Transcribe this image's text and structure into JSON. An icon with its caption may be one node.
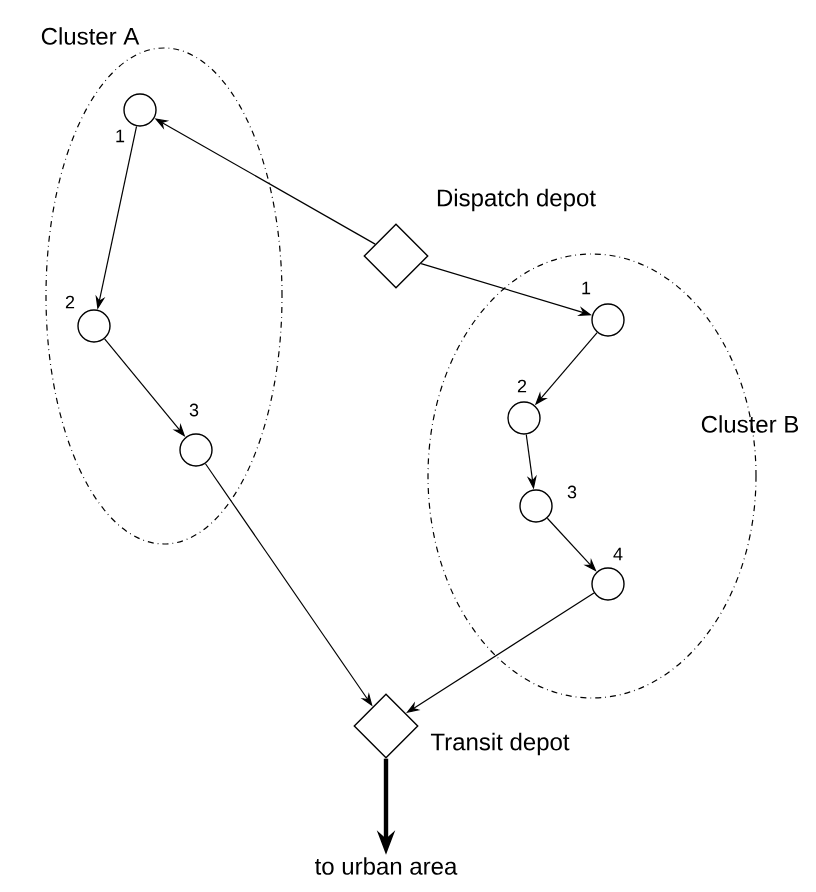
{
  "diagram": {
    "nodes": [
      {
        "text": [
          "Cluster A"
        ]
      },
      {
        "text": [
          "1"
        ],
        "in": 0
      },
      {
        "text": [
          "2"
        ],
        "in": 0
      },
      {
        "text": [
          "3"
        ],
        "in": 0
      },
      {
        "text": [
          "Dispatch depot"
        ]
      },
      {
        "text": [
          "Cluster B"
        ]
      },
      {
        "text": [
          "1"
        ],
        "in": 5
      },
      {
        "text": [
          "2"
        ],
        "in": 5
      },
      {
        "text": [
          "3"
        ],
        "in": 5
      },
      {
        "text": [
          "4"
        ],
        "in": 5
      },
      {
        "text": [
          "Transit depot"
        ]
      },
      {
        "text": [
          "to urban area"
        ]
      }
    ],
    "edges": [
      {
        "from": 4,
        "to": 1,
        "arrow": "to"
      },
      {
        "from": 1,
        "to": 2,
        "arrow": "to"
      },
      {
        "from": 2,
        "to": 3,
        "arrow": "to"
      },
      {
        "from": 3,
        "to": 10,
        "arrow": "to"
      },
      {
        "from": 4,
        "to": 6,
        "arrow": "to"
      },
      {
        "from": 6,
        "to": 7,
        "arrow": "to"
      },
      {
        "from": 7,
        "to": 8,
        "arrow": "to"
      },
      {
        "from": 8,
        "to": 9,
        "arrow": "to"
      },
      {
        "from": 9,
        "to": 10,
        "arrow": "to"
      },
      {
        "from": 10,
        "to": 11,
        "arrow": "to",
        "style": "thick"
      }
    ]
  }
}
